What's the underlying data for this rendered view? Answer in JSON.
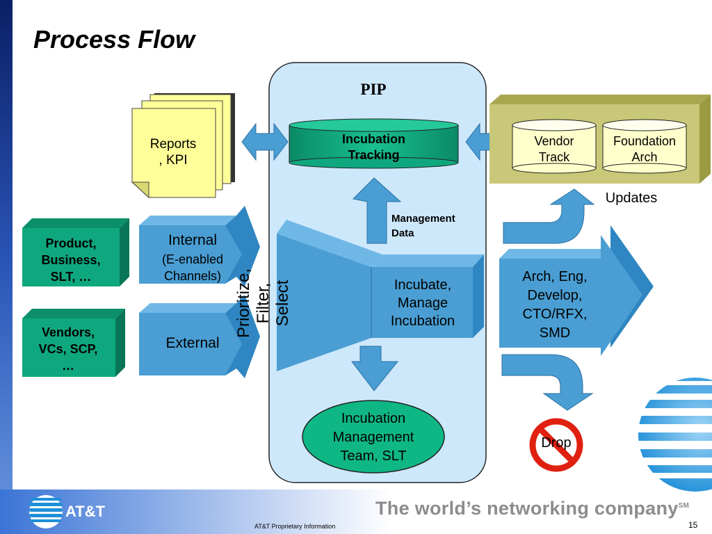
{
  "title": "Process Flow",
  "pip_label": "PIP",
  "reports": "Reports\n, KPI",
  "incubation_tracking": "Incubation\nTracking",
  "vendor_track": "Vendor\nTrack",
  "foundation_arch": "Foundation\nArch",
  "updates": "Updates",
  "product": "Product,\nBusiness,\nSLT, …",
  "vendors": "Vendors,\nVCs, SCP,\n…",
  "internal_title": "Internal",
  "internal_sub": "(E-enabled\nChannels)",
  "external": "External",
  "management_data": "Management\nData",
  "prioritize": "Prioritize,\nFilter,\nSelect",
  "incubate": "Incubate,\nManage\nIncubation",
  "arch": "Arch, Eng,\nDevelop,\nCTO/RFX,\nSMD",
  "team": "Incubation\nManagement\nTeam, SLT",
  "drop": "Drop",
  "footer": {
    "company": "AT&T",
    "tagline": "The world’s networking company",
    "tagline_mark": "SM",
    "proprietary": "AT&T Proprietary Information",
    "page": "15"
  },
  "colors": {
    "pip_fill": "#cde8fb",
    "teal": "#0fa87e",
    "arrow_blue": "#4a9ed3",
    "olive": "#c8c878",
    "note_yellow": "#ffff99"
  }
}
